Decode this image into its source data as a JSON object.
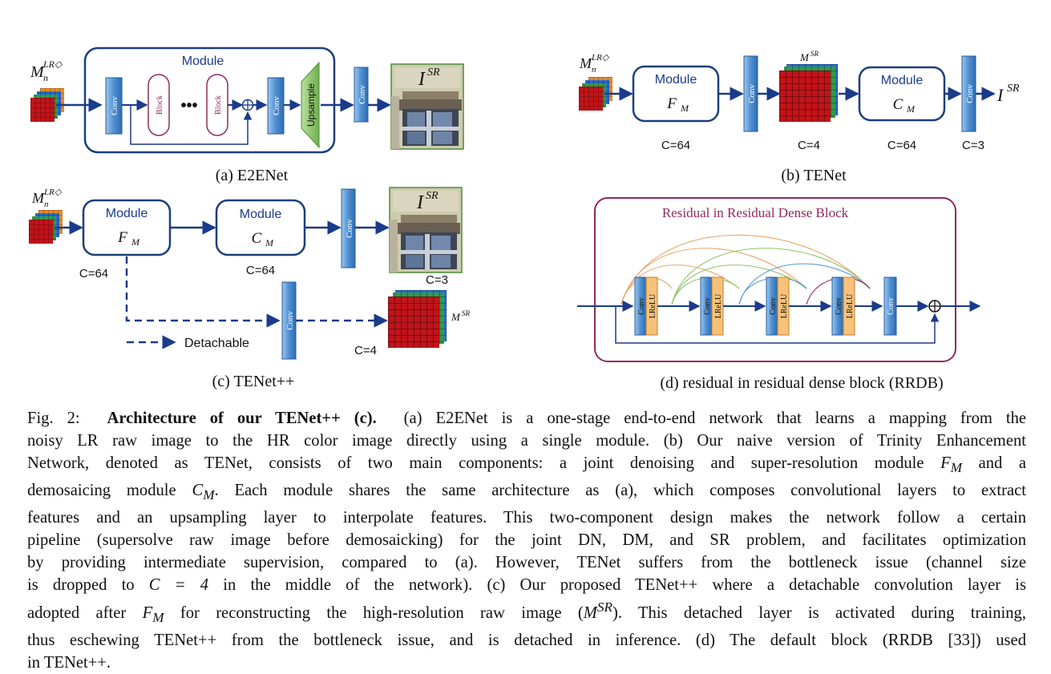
{
  "panel_a": {
    "input_label": "M",
    "input_sub": "n",
    "input_sup": "LR◇",
    "module_title": "Module",
    "conv": "Conv",
    "block": "Block",
    "dots": "•••",
    "upsample": "Upsample",
    "output_label": "I",
    "output_sup": "SR",
    "caption": "(a) E2ENet"
  },
  "panel_b": {
    "input_label": "M",
    "input_sub": "n",
    "input_sup": "LR◇",
    "module_title": "Module",
    "module1_sym": "F",
    "module2_sym": "C",
    "sym_sub": "M",
    "conv": "Conv",
    "msr_label": "M",
    "msr_sup": "SR",
    "output_label": "I",
    "output_sup": "SR",
    "c64a": "C=64",
    "c4": "C=4",
    "c64b": "C=64",
    "c3": "C=3",
    "caption": "(b) TENet"
  },
  "panel_c": {
    "input_label": "M",
    "input_sub": "n",
    "input_sup": "LR◇",
    "module_title": "Module",
    "module1_sym": "F",
    "module2_sym": "C",
    "sym_sub": "M",
    "conv": "Conv",
    "c64a": "C=64",
    "c64b": "C=64",
    "c3": "C=3",
    "c4": "C=4",
    "detachable": "Detachable",
    "output_label": "I",
    "output_sup": "SR",
    "msr_label": "M",
    "msr_sup": "SR",
    "caption": "(c) TENet++"
  },
  "panel_d": {
    "title": "Residual in Residual Dense Block",
    "conv": "Conv",
    "lrelu": "LReLU",
    "caption": "(d) residual in residual dense block (RRDB)"
  },
  "caption": {
    "prefix": "Fig. 2:",
    "bold": "Architecture of our TENet++ (c).",
    "l1": "(a) E2ENet is a one-stage end-to-end network that learns a mapping from the",
    "l2": "noisy LR raw image to the HR color image directly using a single module. (b) Our naive version of Trinity Enhancement",
    "l3a": "Network, denoted as TENet, consists of two main components: a joint denoising and super-resolution module",
    "l3_sym": "F",
    "l3_sub": "M",
    "l3b": "and a",
    "l4a": "demosaicing module",
    "l4_sym": "C",
    "l4_sub": "M",
    "l4b": ". Each module shares the same architecture as (a), which composes convolutional layers to extract",
    "l5": "features and an upsampling layer to interpolate features. This two-component design makes the network follow a certain",
    "l6": "pipeline (supersolve raw image before demosaicking) for the joint DN, DM, and SR problem, and facilitates optimization",
    "l7": "by providing intermediate supervision, compared to (a). However, TENet suffers from the bottleneck issue (channel size",
    "l8a": "is dropped to",
    "l8_eq": "C = 4",
    "l8b": "in the middle of the network). (c) Our proposed TENet++ where a detachable convolution layer is",
    "l9a": "adopted after",
    "l9_sym": "F",
    "l9_sub": "M",
    "l9b": "for reconstructing the high-resolution raw image (",
    "l9_m": "M",
    "l9_sup": "SR",
    "l9c": "). This detached layer is activated during training,",
    "l10": "thus eschewing TENet++ from the bottleneck issue, and is detached in inference. (d) The default block (RRDB [33]) used",
    "l11": "in TENet++."
  },
  "colors": {
    "module_border": "#1c3f7a",
    "arrow": "#1a3a8c",
    "conv_fill": "#5b9bd5",
    "block_border": "#8e2b5f",
    "upsample_fill": "#8cc46b",
    "rrdb_border": "#8e2b5f",
    "lrelu_fill": "#f6c27a",
    "grid_red": "#c0141a",
    "grid_green": "#2f9a4a",
    "grid_blue": "#2a6fd0"
  }
}
